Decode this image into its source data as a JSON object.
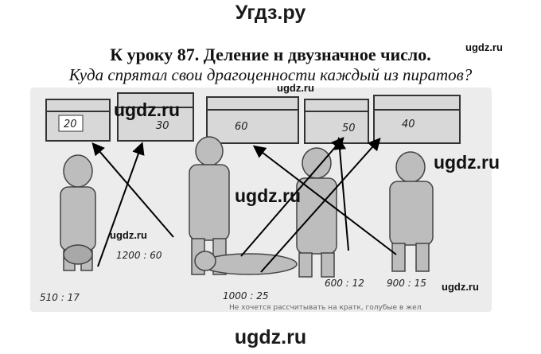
{
  "watermarks": {
    "site_top": "Угдз.ру",
    "site": "ugdz.ru"
  },
  "lesson": {
    "title": "К уроку 87. Деление н двузначное число.",
    "task": "Куда спрятал свои драгоценности каждый из пиратов?"
  },
  "chests": [
    "20",
    "30",
    "60",
    "50",
    "40"
  ],
  "pirate_expressions": [
    "510 : 17",
    "1200 : 60",
    "1000 : 25",
    "600 : 12",
    "900 : 15"
  ],
  "bottom_caption": "Не хочется рассчитывать на кратк, голубые в жел"
}
